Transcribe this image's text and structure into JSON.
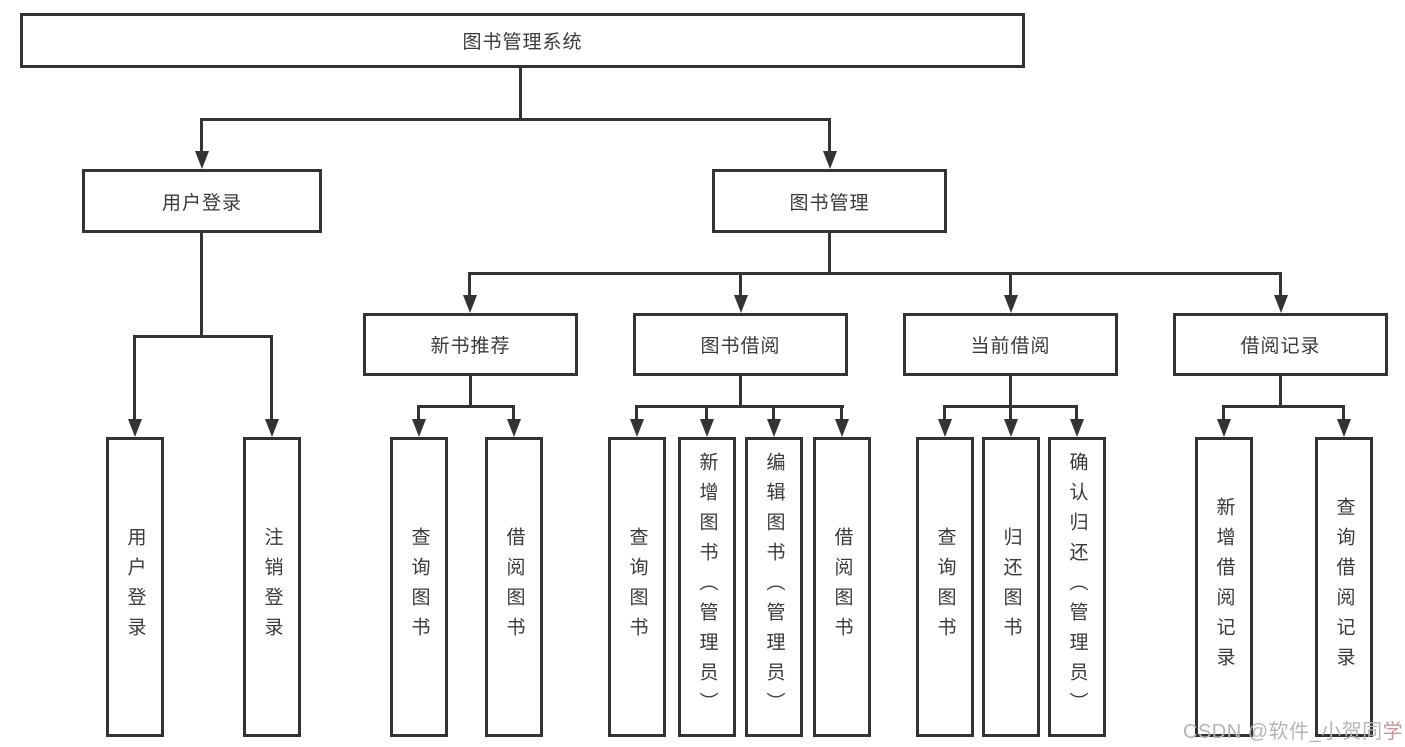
{
  "tree": {
    "root": {
      "label": "图书管理系统"
    },
    "user_login": {
      "label": "用户登录",
      "children": [
        {
          "label": "用户登录"
        },
        {
          "label": "注销登录"
        }
      ]
    },
    "book_mgmt": {
      "label": "图书管理",
      "sections": [
        {
          "label": "新书推荐",
          "children": [
            {
              "label": "查询图书"
            },
            {
              "label": "借阅图书"
            }
          ]
        },
        {
          "label": "图书借阅",
          "children": [
            {
              "label": "查询图书"
            },
            {
              "label": "新增图书（管理员）"
            },
            {
              "label": "编辑图书（管理员）"
            },
            {
              "label": "借阅图书"
            }
          ]
        },
        {
          "label": "当前借阅",
          "children": [
            {
              "label": "查询图书"
            },
            {
              "label": "归还图书"
            },
            {
              "label": "确认归还（管理员）"
            }
          ]
        },
        {
          "label": "借阅记录",
          "children": [
            {
              "label": "新增借阅记录"
            },
            {
              "label": "查询借阅记录"
            }
          ]
        }
      ]
    }
  },
  "watermark": {
    "text_main": "CSDN @软件_小贺同",
    "text_accent": "学"
  },
  "colors": {
    "line": "#333333",
    "text": "#3a3a3a",
    "background": "#ffffff",
    "watermark": "#b5b5b5",
    "watermark_accent": "#c89595"
  }
}
